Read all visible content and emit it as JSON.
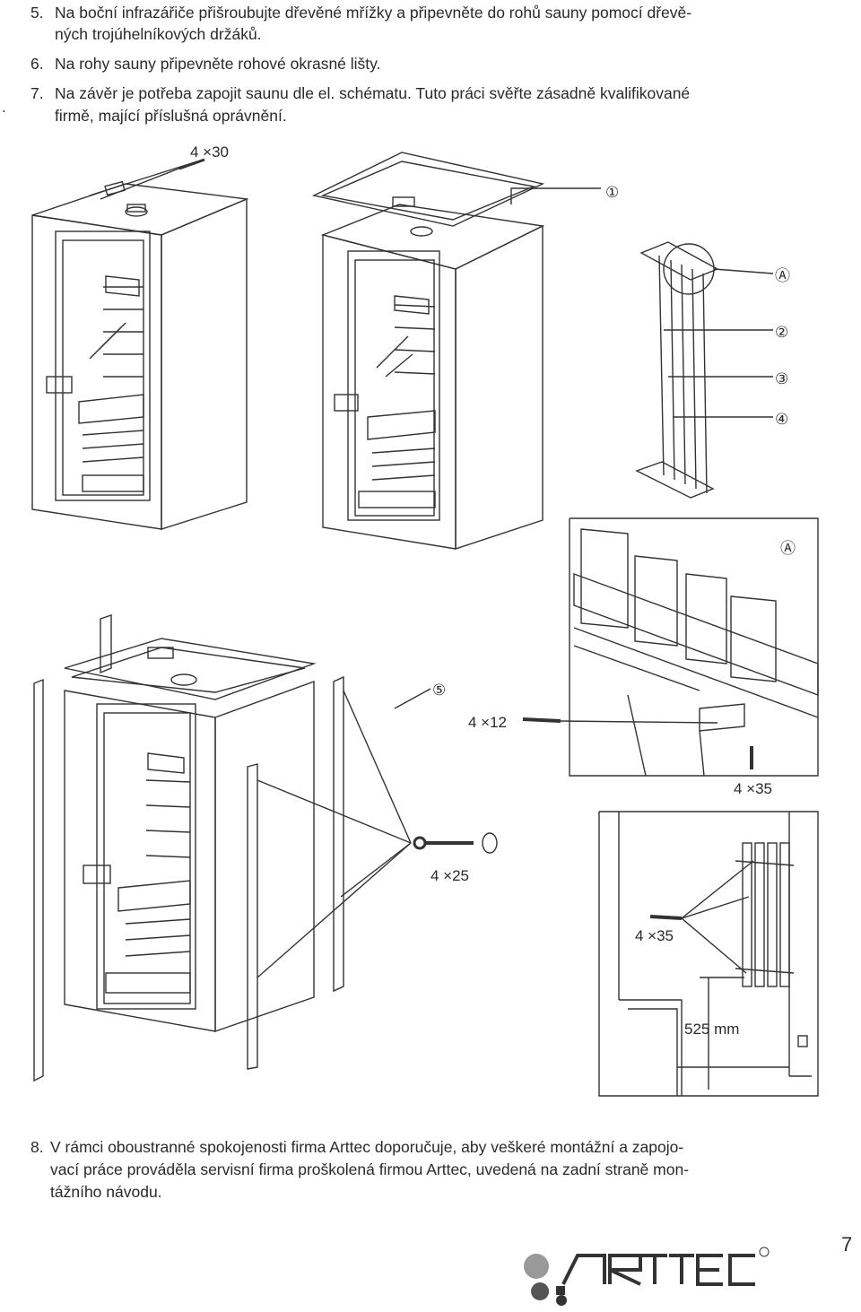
{
  "steps": [
    {
      "num": "5.",
      "lines": [
        "Na boční infrazářiče přišroubujte dřevěné mřížky a  připevněte do rohů sauny pomocí dřevě-",
        "ných trojúhelníkových držáků."
      ]
    },
    {
      "num": "6.",
      "lines": [
        "Na rohy sauny připevněte rohové okrasné lišty."
      ]
    },
    {
      "num": "7.",
      "lines": [
        "Na závěr je potřeba zapojit saunu dle el. schématu. Tuto práci svěřte zásadně kvalifikované",
        "firmě, mající příslušná oprávnění."
      ]
    }
  ],
  "bullet": ".",
  "diagram_labels": {
    "screw_top": "4 ×30",
    "part1": "①",
    "partA": "Ⓐ",
    "part2": "②",
    "part3": "③",
    "part4": "④",
    "part5": "⑤",
    "screw_12": "4 ×12",
    "screw_35a": "4 ×35",
    "screw_25": "4 ×25",
    "screw_35b": "4 ×35",
    "height": "525 mm"
  },
  "step8": {
    "num": "8.",
    "lines": [
      "V rámci oboustranné spokojenosti firma Arttec doporučuje, aby veškeré montážní a zapojo-",
      "vací práce prováděla servisní firma proškolená firmou Arttec, uvedená na zadní straně mon-",
      "tážního návodu."
    ]
  },
  "brand": {
    "name": "ARTTEC",
    "registered": "®"
  },
  "page_number": "7"
}
